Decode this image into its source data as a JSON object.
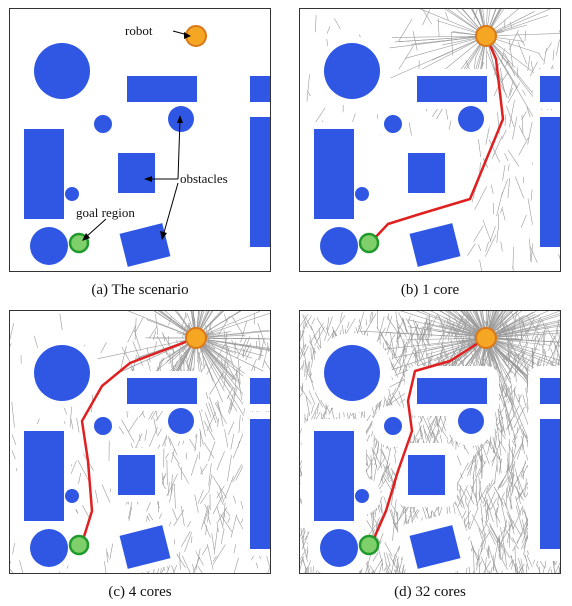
{
  "colors": {
    "obstacle": "#2f57e4",
    "robot_fill": "#f5a623",
    "robot_stroke": "#d9781a",
    "goal_fill": "#7fcf6a",
    "goal_stroke": "#1f9a2d",
    "path": "#e02020",
    "tree": "#9a9a9a",
    "clearance": "#ffffff"
  },
  "panels": [
    {
      "id": "a",
      "caption": "(a) The scenario",
      "tree_density": 0,
      "path": false
    },
    {
      "id": "b",
      "caption": "(b) 1 core",
      "tree_density": 1,
      "path": true
    },
    {
      "id": "c",
      "caption": "(c) 4 cores",
      "tree_density": 2,
      "path": true
    },
    {
      "id": "d",
      "caption": "(d) 32 cores",
      "tree_density": 3,
      "path": true
    }
  ],
  "annotations": {
    "robot": "robot",
    "obstacles": "obstacles",
    "goal": "goal region"
  },
  "icons": [
    "robot-icon",
    "goal-region-icon",
    "obstacle-shape"
  ]
}
